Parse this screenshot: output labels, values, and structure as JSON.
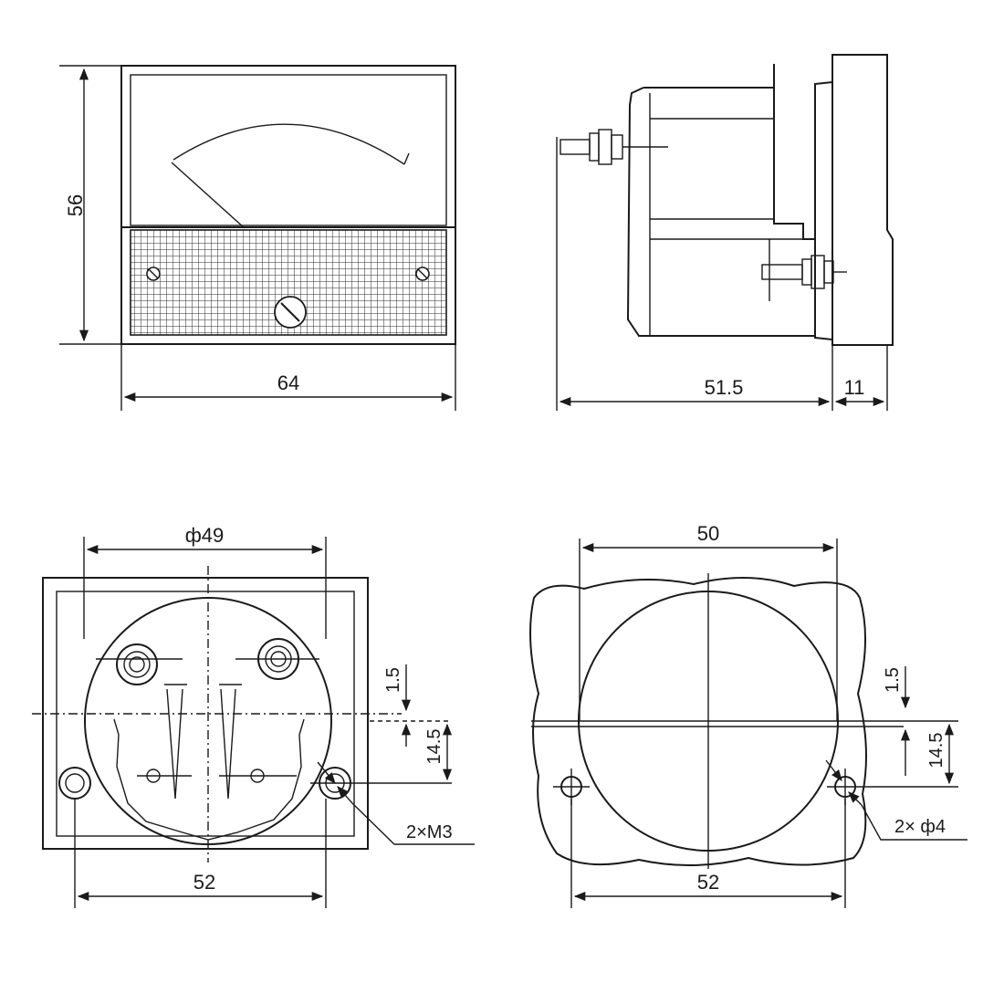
{
  "front_view": {
    "height_label": "56",
    "width_label": "64"
  },
  "side_view": {
    "depth_label": "51.5",
    "flange_label": "11"
  },
  "rear_view": {
    "diameter_label": "ф49",
    "hole_spacing_label": "52",
    "offset_small_label": "1.5",
    "offset_large_label": "14.5",
    "screw_label": "2×M3"
  },
  "cutout_view": {
    "width_label": "50",
    "hole_spacing_label": "52",
    "offset_small_label": "1.5",
    "offset_large_label": "14.5",
    "hole_label": "2× ф4"
  }
}
